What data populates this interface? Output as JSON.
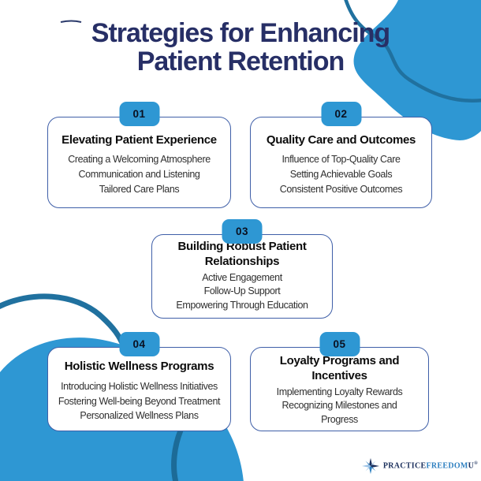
{
  "title": {
    "line1": "Strategies for Enhancing",
    "line2": "Patient Retention"
  },
  "cards": [
    {
      "number": "01",
      "title": "Elevating Patient Experience",
      "items": [
        "Creating a Welcoming Atmosphere",
        "Communication and Listening",
        "Tailored Care Plans"
      ]
    },
    {
      "number": "02",
      "title": "Quality Care and Outcomes",
      "items": [
        "Influence of Top-Quality Care",
        "Setting Achievable Goals",
        "Consistent Positive Outcomes"
      ]
    },
    {
      "number": "03",
      "title": "Building Robust Patient Relationships",
      "items": [
        "Active Engagement",
        "Follow-Up Support",
        "Empowering Through Education"
      ]
    },
    {
      "number": "04",
      "title": "Holistic Wellness Programs",
      "items": [
        "Introducing Holistic Wellness Initiatives",
        "Fostering Well-being Beyond Treatment",
        "Personalized Wellness Plans"
      ]
    },
    {
      "number": "05",
      "title": "Loyalty Programs and Incentives",
      "items": [
        "Implementing Loyalty Rewards",
        "Recognizing Milestones and Progress"
      ]
    }
  ],
  "logo": {
    "part1": "PRACTICE",
    "part2": "FREEDOM",
    "part3": "U",
    "trademark": "®"
  },
  "colors": {
    "accent-blue": "#2e97d3",
    "curve-blue": "#20719f",
    "navy": "#272f66",
    "card-border": "#3f5fa8",
    "logo-navy": "#1b2f5c",
    "logo-blue": "#2d7fc0"
  }
}
